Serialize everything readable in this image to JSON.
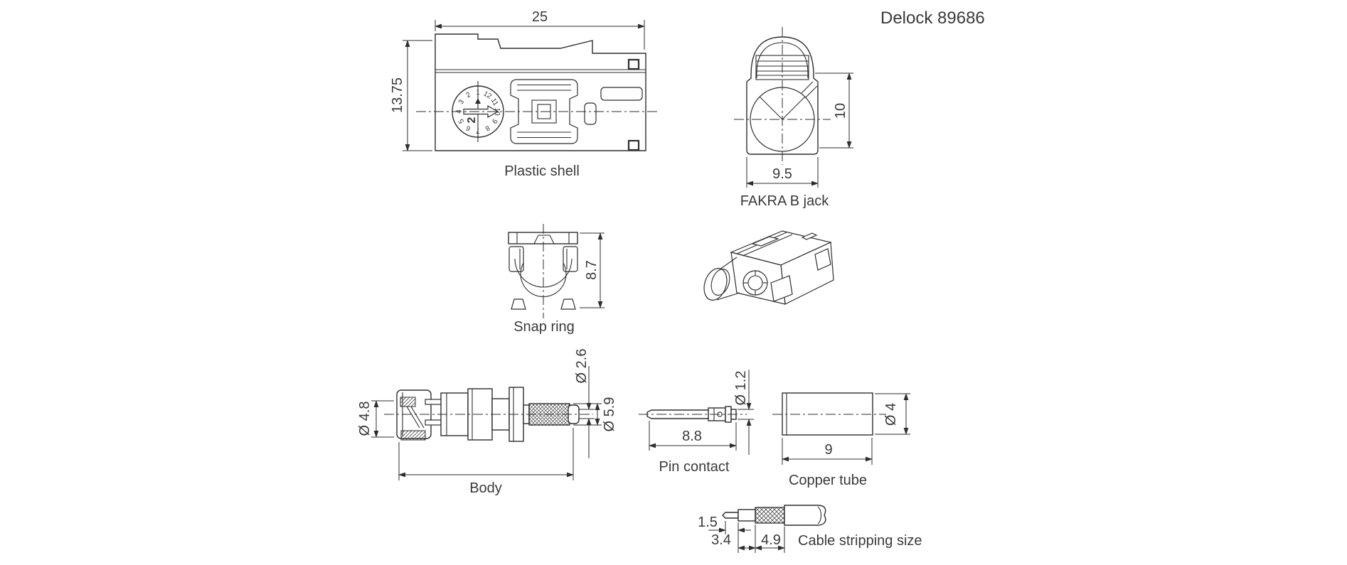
{
  "title": "Delock 89686",
  "views": {
    "plastic_shell": {
      "label": "Plastic shell",
      "dims": {
        "width": "25",
        "height": "13.75"
      },
      "dial": {
        "numbers": [
          "1",
          "2",
          "3",
          "4",
          "5",
          "6",
          "7",
          "8",
          "9",
          "10",
          "11",
          "12"
        ],
        "value": "2"
      }
    },
    "fakra_jack": {
      "label": "FAKRA B jack",
      "dims": {
        "height": "10",
        "width": "9.5"
      }
    },
    "snap_ring": {
      "label": "Snap ring",
      "dims": {
        "height": "8.7"
      }
    },
    "body": {
      "label": "Body",
      "dims": {
        "outer": "Ø 4.8",
        "inner": "Ø 2.6",
        "knurl": "Ø 5.9"
      }
    },
    "pin_contact": {
      "label": "Pin contact",
      "dims": {
        "diameter": "Ø 1.2",
        "length": "8.8"
      }
    },
    "copper_tube": {
      "label": "Copper tube",
      "dims": {
        "diameter": "Ø 4",
        "length": "9"
      }
    },
    "cable_stripping": {
      "label": "Cable stripping size",
      "dims": {
        "tip": "1.5",
        "dielectric": "3.4",
        "braid": "4.9"
      }
    }
  },
  "colors": {
    "background": "#ffffff",
    "line": "#2e2e2e",
    "text": "#3a3a3a"
  }
}
